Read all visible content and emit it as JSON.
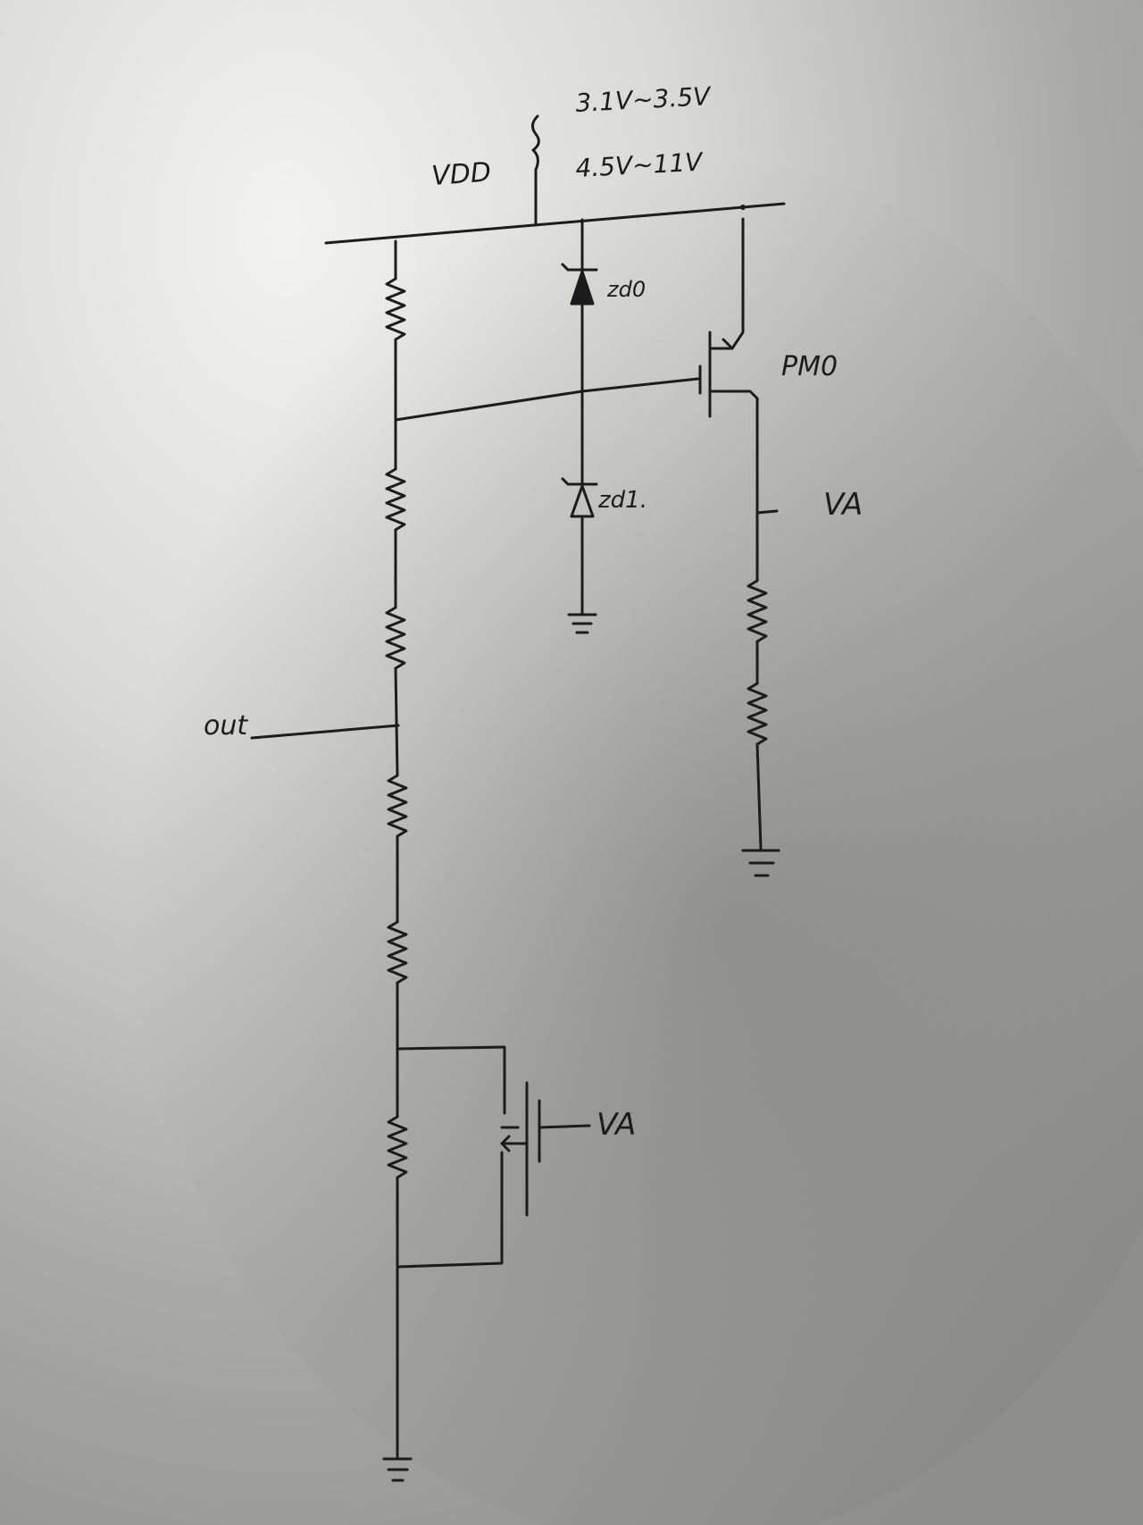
{
  "labels": {
    "vdd": "VDD",
    "range_low": "3.1V~3.5V",
    "range_high": "4.5V~11V",
    "zener_top": "zd0",
    "zener_bottom": "zd1.",
    "pmos": "PM0",
    "va_right": "VA",
    "va_bottom": "VA",
    "out": "out"
  }
}
